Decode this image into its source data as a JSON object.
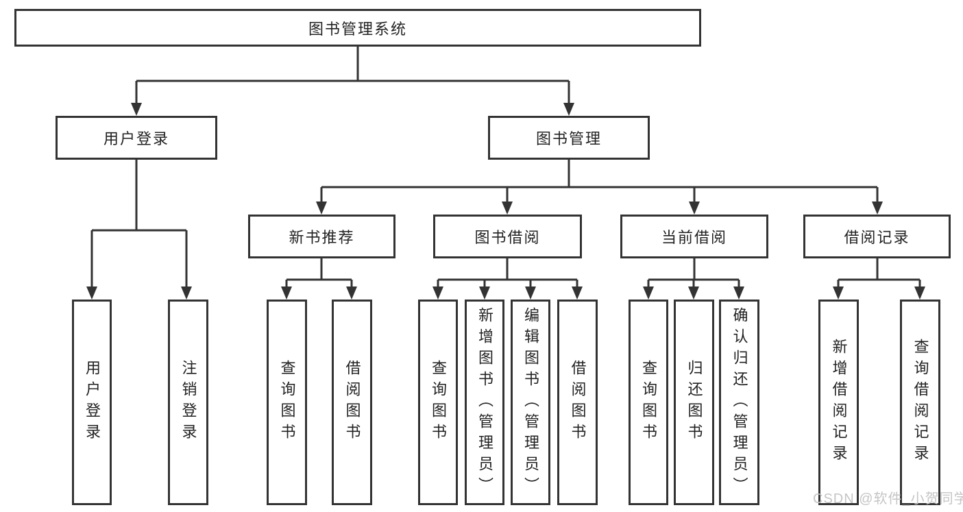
{
  "colors": {
    "line": "#333333",
    "text": "#222222",
    "background": "#ffffff",
    "watermark": "#c5c5c5"
  },
  "watermark": {
    "text": "CSDN @软件_小贺同学"
  },
  "tree": {
    "label": "图书管理系统",
    "children": [
      {
        "label": "用户登录",
        "children": [
          {
            "label": "用户登录"
          },
          {
            "label": "注销登录"
          }
        ]
      },
      {
        "label": "图书管理",
        "children": [
          {
            "label": "新书推荐",
            "children": [
              {
                "label": "查询图书"
              },
              {
                "label": "借阅图书"
              }
            ]
          },
          {
            "label": "图书借阅",
            "children": [
              {
                "label": "查询图书"
              },
              {
                "label": "新增图书（管理员）"
              },
              {
                "label": "编辑图书（管理员）"
              },
              {
                "label": "借阅图书"
              }
            ]
          },
          {
            "label": "当前借阅",
            "children": [
              {
                "label": "查询图书"
              },
              {
                "label": "归还图书"
              },
              {
                "label": "确认归还（管理员）"
              }
            ]
          },
          {
            "label": "借阅记录",
            "children": [
              {
                "label": "新增借阅记录"
              },
              {
                "label": "查询借阅记录"
              }
            ]
          }
        ]
      }
    ]
  }
}
